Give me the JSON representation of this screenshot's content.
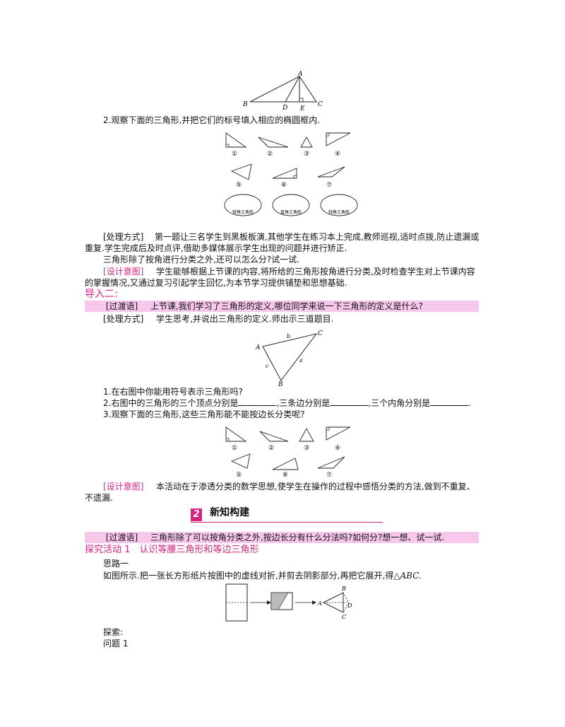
{
  "fig_top": {
    "labels": {
      "A": "A",
      "B": "B",
      "C": "C",
      "D": "D",
      "E": "E"
    }
  },
  "q2_observe": "2.观察下面的三角形,并把它们的标号填入相应的椭圆框内.",
  "shape_nums": [
    "①",
    "②",
    "③",
    "④",
    "⑤",
    "⑥",
    "⑦"
  ],
  "ellipse_labels": [
    "锐角三角形",
    "直角三角形",
    "钝角三角形"
  ],
  "handle1_tag": "[处理方式]",
  "handle1_line1": "第一题让三名学生到黑板板演,其他学生在练习本上完成,教师巡视,适时点拨,防止遗漏或",
  "handle1_line2": "重复.学生完成后及时点评,借助多媒体展示学生出现的问题并进行矫正.",
  "question_more": "三角形除了按角进行分类之外,还可以怎么分?试一试.",
  "design1_tag": "[设计意图]",
  "design1_line1": "学生能够根据上节课的内容,将所给的三角形按角进行分类,及时检查学生对上节课内容",
  "design1_line2": "的掌握情况,又通过复习引起学生回忆,为本节学习提供铺垫和思想基础.",
  "intro2_title": "导入二:",
  "trans1_tag": "[过渡语]",
  "trans1_text": "上节课,我们学习了三角形的定义,哪位同学来说一下三角形的定义是什么?",
  "handle2_tag": "[处理方式]",
  "handle2_text": "学生思考,并说出三角形的定义.师出示三道题目.",
  "fig_abc": {
    "A": "A",
    "B": "B",
    "C": "C",
    "a": "a",
    "b": "b",
    "c": "c"
  },
  "q1": "1.在右图中你能用符号表示三角形吗?",
  "q2_a": "2.右图中的三角形的三个顶点分别是",
  "q2_b": ",三条边分别是",
  "q2_c": ",三个内角分别是",
  "q2_end": ".",
  "q3": "3.观察下面的三角形,这些三角形能不能按边长分类呢?",
  "design2_tag": "[设计意图]",
  "design2_line1": "本活动在于渗透分类的数学思想,使学生在操作的过程中感悟分类的方法,做到不重复、",
  "design2_line2": "不遗漏.",
  "section_num": "2",
  "section_title": "新知构建",
  "trans2_tag": "[过渡语]",
  "trans2_text": "三角形除了可以按角分类之外,按边长分有什么分法吗?如何分?想一想、试一试.",
  "activity_title": "探究活动 1　认识等腰三角形和等边三角形",
  "idea1": "思路一",
  "fold_text": "如图所示.把一张长方形纸片按图中的虚线对折,并剪去阴影部分,再把它展开,得",
  "fold_abc": "△ABC.",
  "fig_fold": {
    "A": "A",
    "B": "B",
    "C": "C",
    "D": "D"
  },
  "explore": "探索:",
  "problem1": "问题 1"
}
